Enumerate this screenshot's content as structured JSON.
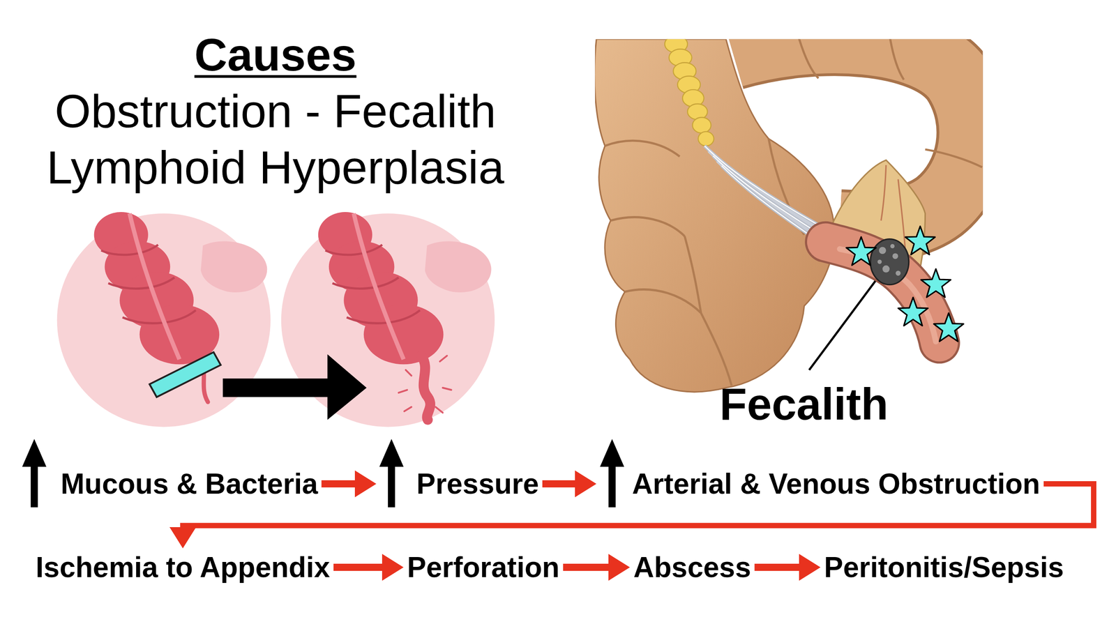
{
  "diagram": {
    "title": "Causes",
    "nodes": [
      {
        "text": [
          "Mucous & Bacteria"
        ]
      },
      {
        "text": [
          "Pressure"
        ]
      },
      {
        "text": [
          "Arterial & Venous Obstruction"
        ]
      },
      {
        "text": [
          "Ischemia to Appendix"
        ]
      },
      {
        "text": [
          "Perforation"
        ]
      },
      {
        "text": [
          "Abscess"
        ]
      },
      {
        "text": [
          "Peritonitis/Sepsis"
        ]
      }
    ],
    "edges": [
      {
        "from": 0,
        "to": 1,
        "arrow": "to"
      },
      {
        "from": 1,
        "to": 2,
        "arrow": "to"
      },
      {
        "from": 2,
        "to": 3,
        "arrow": "to"
      },
      {
        "from": 3,
        "to": 4,
        "arrow": "to"
      },
      {
        "from": 4,
        "to": 5,
        "arrow": "to"
      },
      {
        "from": 5,
        "to": 6,
        "arrow": "to"
      }
    ],
    "labels": [
      "Obstruction - Fecalith",
      "Lymphoid Hyperplasia",
      "Fecalith"
    ]
  }
}
